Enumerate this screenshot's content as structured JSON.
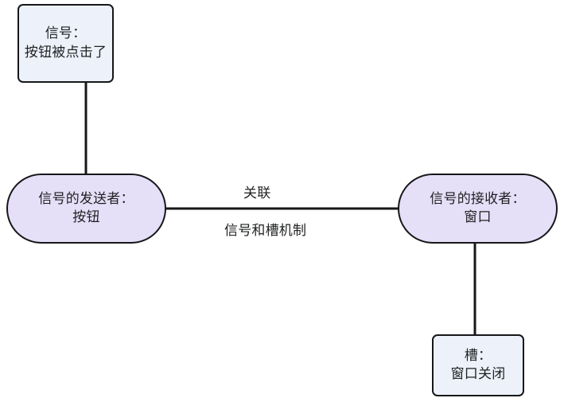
{
  "diagram": {
    "type": "signal-slot-relationship-graph",
    "nodes": [
      {
        "id": "signal",
        "shape": "rounded-rect",
        "fill": "#ecf1fa",
        "stroke": "#17171a",
        "lines": [
          "信号：",
          "按钮被点击了"
        ]
      },
      {
        "id": "sender",
        "shape": "stadium",
        "fill": "#e6dff8",
        "stroke": "#17171a",
        "lines": [
          "信号的发送者：",
          "按钮"
        ]
      },
      {
        "id": "receiver",
        "shape": "stadium",
        "fill": "#e6dff8",
        "stroke": "#17171a",
        "lines": [
          "信号的接收者：",
          "窗口"
        ]
      },
      {
        "id": "slot",
        "shape": "rounded-rect",
        "fill": "#ecf1fa",
        "stroke": "#17171a",
        "lines": [
          "槽：",
          "窗口关闭"
        ]
      }
    ],
    "edges": [
      {
        "id": "signal-to-sender",
        "from": "signal",
        "to": "sender",
        "label_above": "",
        "label_below": ""
      },
      {
        "id": "sender-to-receiver",
        "from": "sender",
        "to": "receiver",
        "label_above": "关联",
        "label_below": "信号和槽机制"
      },
      {
        "id": "receiver-to-slot",
        "from": "receiver",
        "to": "slot",
        "label_above": "",
        "label_below": ""
      }
    ]
  },
  "colors": {
    "node_rect_fill": "#ecf1fa",
    "node_stadium_fill": "#e6dff8",
    "stroke": "#17171a",
    "text": "#1f2022",
    "background": "#ffffff"
  }
}
